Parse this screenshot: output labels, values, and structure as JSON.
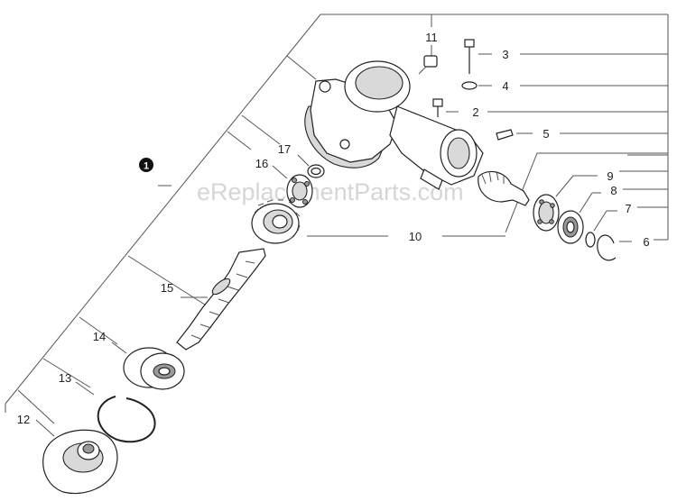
{
  "watermark": "eReplacementParts.com",
  "callouts": {
    "c1": "1",
    "c2": "2",
    "c3": "3",
    "c4": "4",
    "c5": "5",
    "c6": "6",
    "c7": "7",
    "c8": "8",
    "c9": "9",
    "c10": "10",
    "c11": "11",
    "c12": "12",
    "c13": "13",
    "c14": "14",
    "c15": "15",
    "c16": "16",
    "c17": "17"
  },
  "parts": [
    {
      "id": "1",
      "name": "gear-head-assembly"
    },
    {
      "id": "2",
      "name": "bolt"
    },
    {
      "id": "3",
      "name": "bolt"
    },
    {
      "id": "4",
      "name": "washer"
    },
    {
      "id": "5",
      "name": "key"
    },
    {
      "id": "6",
      "name": "snap-ring"
    },
    {
      "id": "7",
      "name": "washer"
    },
    {
      "id": "8",
      "name": "bearing"
    },
    {
      "id": "9",
      "name": "bearing"
    },
    {
      "id": "10",
      "name": "pinion-gear"
    },
    {
      "id": "11",
      "name": "bolt"
    },
    {
      "id": "12",
      "name": "cover"
    },
    {
      "id": "13",
      "name": "snap-ring"
    },
    {
      "id": "14",
      "name": "bearing"
    },
    {
      "id": "15",
      "name": "shaft"
    },
    {
      "id": "16",
      "name": "bearing"
    },
    {
      "id": "17",
      "name": "washer"
    }
  ]
}
